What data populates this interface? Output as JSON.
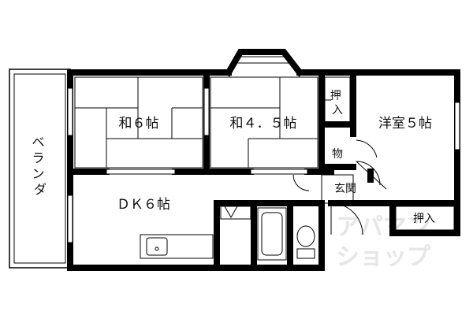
{
  "rooms": {
    "washitsu_6": "和６帖",
    "washitsu_45": "和４．５帖",
    "youshitsu_5": "洋室５帖",
    "dk_6": "ＤＫ６帖"
  },
  "closets": {
    "oshiire_top": "押入",
    "oshiire_bottom": "押入",
    "mono": "物"
  },
  "entrance": "玄関",
  "balcony": "ベランダ",
  "watermark": {
    "line1": "アパマン",
    "line2": "ショップ"
  },
  "colors": {
    "wall": "#000000",
    "line": "#333333",
    "watermark": "#e6e6e6"
  }
}
